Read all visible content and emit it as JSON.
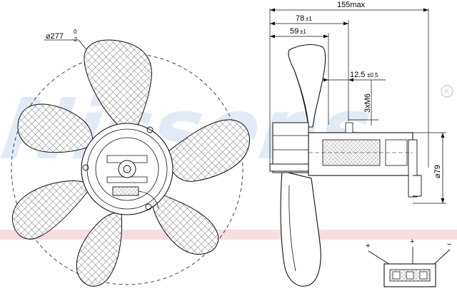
{
  "watermark": {
    "text": "Nissens",
    "registered_mark": "R",
    "color": "#c9d9ee",
    "stripe_color": "#f2c6cc"
  },
  "front_view": {
    "diameter_label": "⌀277",
    "tol_upper": "0",
    "tol_lower": "-2"
  },
  "side_view": {
    "overall_length": "155max",
    "dim_78": "78",
    "dim_78_tol": "±1",
    "dim_59": "59",
    "dim_59_tol": "±1",
    "dim_12_5": "12.5",
    "dim_12_5_tol": "±0.5",
    "thread_label": "3xM6",
    "motor_diameter": "⌀79"
  },
  "connector": {
    "plus_1": "+",
    "plus_2": "+",
    "minus": "−"
  },
  "colors": {
    "line": "#111111",
    "hatch": "#444444",
    "dash_circle": "#333333"
  }
}
